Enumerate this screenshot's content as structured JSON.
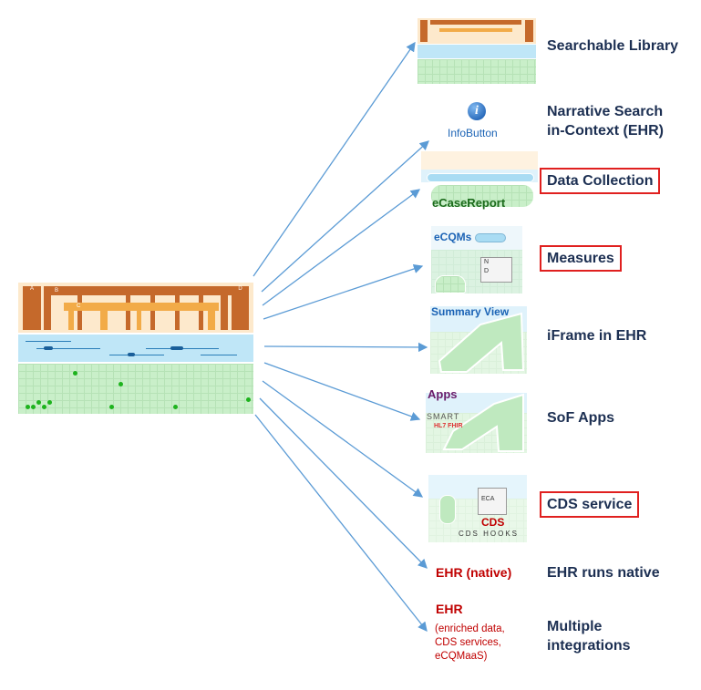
{
  "source_panel": {
    "strategy_labels": [
      "A",
      "B",
      "C",
      "D"
    ]
  },
  "thumbnails": {
    "infobutton": "InfoButton",
    "ecasereport": "eCaseReport",
    "ecqms": "eCQMs",
    "ecqm_nd": [
      "N",
      "D"
    ],
    "summary_view": "Summary View",
    "apps": "Apps",
    "smart": "SMART",
    "fhir": "HL7 FHIR",
    "eca": "ECA",
    "cds": "CDS",
    "cds_hooks": "CDS HOOKS",
    "ehr_native": "EHR (native)",
    "ehr": "EHR",
    "ehr_details": [
      "(enriched data,",
      "CDS services,",
      "eCQMaaS)"
    ]
  },
  "targets": [
    {
      "label": "Searchable Library",
      "boxed": false
    },
    {
      "label": "Narrative Search\nin-Context (EHR)",
      "boxed": false
    },
    {
      "label": "Data Collection",
      "boxed": true
    },
    {
      "label": "Measures",
      "boxed": true
    },
    {
      "label": "iFrame in EHR",
      "boxed": false
    },
    {
      "label": "SoF Apps",
      "boxed": false
    },
    {
      "label": "CDS service",
      "boxed": true
    },
    {
      "label": "EHR runs native",
      "boxed": false
    },
    {
      "label": "Multiple\nintegrations",
      "boxed": false
    }
  ],
  "colors": {
    "arrow": "#5b9bd5",
    "label": "#1c2f52",
    "highlight_box": "#e0201f",
    "ehr_text": "#c00000"
  }
}
